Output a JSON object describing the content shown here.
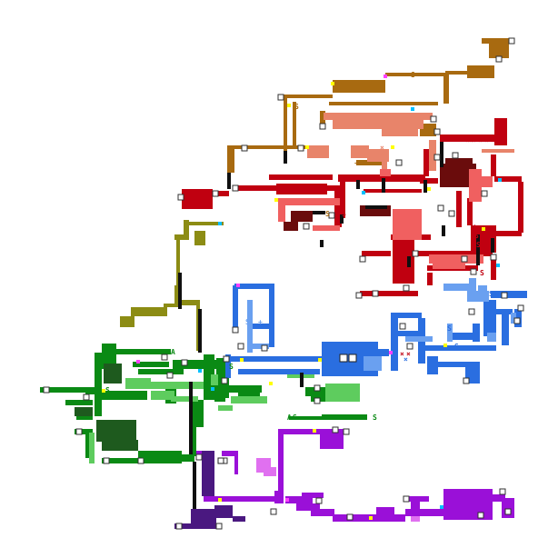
{
  "map": {
    "regions": [
      {
        "name": "brown",
        "color": "#a86a10"
      },
      {
        "name": "salmon",
        "color": "#e8846a"
      },
      {
        "name": "red",
        "color": "#c00010"
      },
      {
        "name": "dark-red",
        "color": "#6a0c0c"
      },
      {
        "name": "pink",
        "color": "#f06060"
      },
      {
        "name": "olive",
        "color": "#8c8c14"
      },
      {
        "name": "green",
        "color": "#0a8a14"
      },
      {
        "name": "light-green",
        "color": "#5ecc5e"
      },
      {
        "name": "dark-green",
        "color": "#1e5a1e"
      },
      {
        "name": "blue",
        "color": "#2a6ee0"
      },
      {
        "name": "light-blue",
        "color": "#6aa0f0"
      },
      {
        "name": "purple",
        "color": "#9a10d8"
      },
      {
        "name": "dark-purple",
        "color": "#4a1880"
      },
      {
        "name": "violet",
        "color": "#e070f0"
      }
    ],
    "marker_labels": {
      "save": "S",
      "cross": "×",
      "plus": "+",
      "item": "A"
    },
    "markers": [
      {
        "glyph": "save",
        "region": "brown"
      },
      {
        "glyph": "save",
        "region": "brown"
      },
      {
        "glyph": "save",
        "region": "brown"
      },
      {
        "glyph": "save",
        "region": "red"
      },
      {
        "glyph": "save",
        "region": "red"
      },
      {
        "glyph": "save",
        "region": "red"
      },
      {
        "glyph": "save",
        "region": "red"
      },
      {
        "glyph": "save",
        "region": "blue"
      },
      {
        "glyph": "save",
        "region": "blue"
      },
      {
        "glyph": "save",
        "region": "blue"
      },
      {
        "glyph": "save",
        "region": "blue"
      },
      {
        "glyph": "save",
        "region": "light-blue"
      },
      {
        "glyph": "save",
        "region": "green"
      },
      {
        "glyph": "save",
        "region": "green"
      },
      {
        "glyph": "save",
        "region": "green"
      },
      {
        "glyph": "save",
        "region": "green"
      },
      {
        "glyph": "save",
        "region": "green"
      },
      {
        "glyph": "cross",
        "region": "salmon"
      },
      {
        "glyph": "cross",
        "region": "salmon"
      },
      {
        "glyph": "cross",
        "region": "red"
      },
      {
        "glyph": "cross",
        "region": "blue"
      },
      {
        "glyph": "plus",
        "region": "brown"
      },
      {
        "glyph": "plus",
        "region": "red"
      },
      {
        "glyph": "plus",
        "region": "light-blue"
      },
      {
        "glyph": "plus",
        "region": "green"
      },
      {
        "glyph": "plus",
        "region": "purple"
      },
      {
        "glyph": "item",
        "region": "green"
      },
      {
        "glyph": "item",
        "region": "green"
      }
    ]
  }
}
